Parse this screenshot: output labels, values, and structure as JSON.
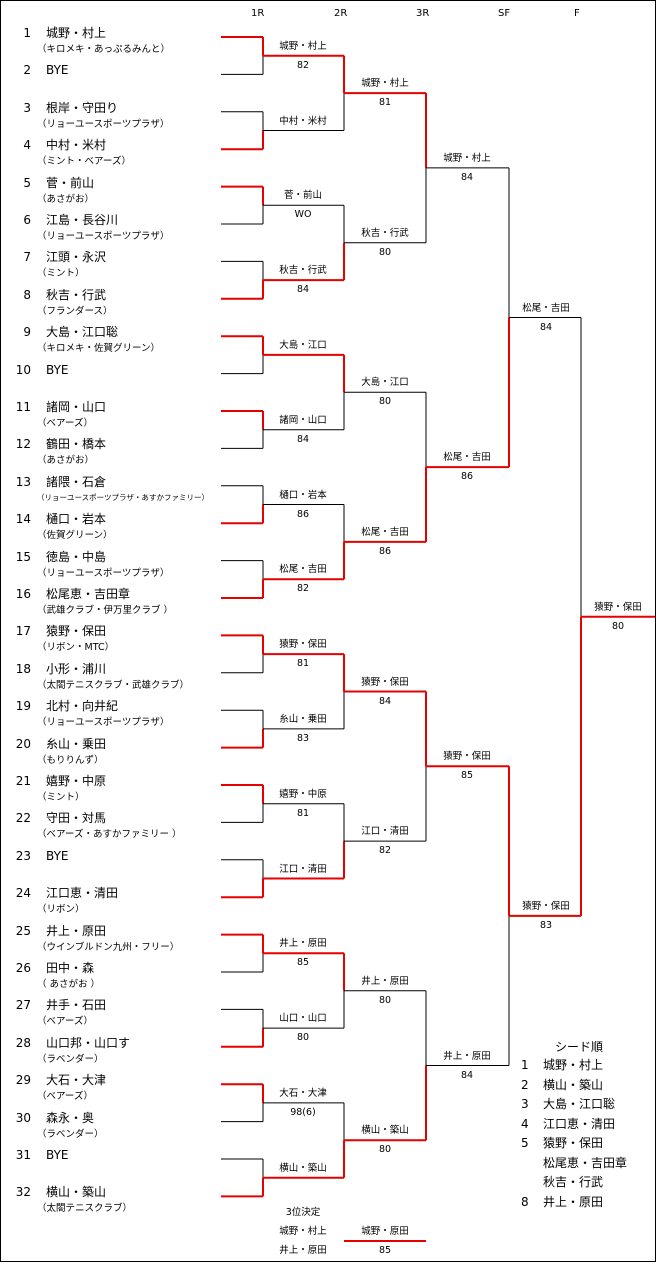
{
  "round_headers": [
    "1R",
    "2R",
    "3R",
    "SF",
    "F"
  ],
  "players": [
    {
      "num": "1",
      "name": "城野・村上",
      "club": "（キロメキ・あっぷるみんと）"
    },
    {
      "num": "2",
      "name": "BYE",
      "club": ""
    },
    {
      "num": "3",
      "name": "根岸・守田り",
      "club": "（リョーユースポーツプラザ）"
    },
    {
      "num": "4",
      "name": "中村・米村",
      "club": "（ミント・ベアーズ）"
    },
    {
      "num": "5",
      "name": "菅・前山",
      "club": "（あさがお）"
    },
    {
      "num": "6",
      "name": "江島・長谷川",
      "club": "（リョーユースポーツプラザ）"
    },
    {
      "num": "7",
      "name": "江頭・永沢",
      "club": "（ミント）"
    },
    {
      "num": "8",
      "name": "秋吉・行武",
      "club": "（フランダース）"
    },
    {
      "num": "9",
      "name": "大島・江口聡",
      "club": "（キロメキ・佐賀グリーン）"
    },
    {
      "num": "10",
      "name": "BYE",
      "club": ""
    },
    {
      "num": "11",
      "name": "諸岡・山口",
      "club": "（ベアーズ）"
    },
    {
      "num": "12",
      "name": "鶴田・橋本",
      "club": "（あさがお）"
    },
    {
      "num": "13",
      "name": "諸隈・石倉",
      "club": "（リョーユースポーツプラザ・あすかファミリー）"
    },
    {
      "num": "14",
      "name": "樋口・岩本",
      "club": "（佐賀グリーン）"
    },
    {
      "num": "15",
      "name": "徳島・中島",
      "club": "（リョーユースポーツプラザ）"
    },
    {
      "num": "16",
      "name": "松尾恵・吉田章",
      "club": "（武雄クラブ・伊万里クラブ ）"
    },
    {
      "num": "17",
      "name": "猿野・保田",
      "club": "（リボン・MTC）"
    },
    {
      "num": "18",
      "name": "小形・浦川",
      "club": "（太閤テニスクラブ・武雄クラブ）"
    },
    {
      "num": "19",
      "name": "北村・向井紀",
      "club": "（リョーユースポーツプラザ）"
    },
    {
      "num": "20",
      "name": "糸山・乗田",
      "club": "（もりりんず）"
    },
    {
      "num": "21",
      "name": "嬉野・中原",
      "club": "（ミント）"
    },
    {
      "num": "22",
      "name": "守田・対馬",
      "club": "（ベアーズ・あすかファミリー ）"
    },
    {
      "num": "23",
      "name": "BYE",
      "club": ""
    },
    {
      "num": "24",
      "name": "江口恵・清田",
      "club": "（リボン）"
    },
    {
      "num": "25",
      "name": "井上・原田",
      "club": "（ウインブルドン九州・フリー）"
    },
    {
      "num": "26",
      "name": "田中・森",
      "club": "（ あさがお ）"
    },
    {
      "num": "27",
      "name": "井手・石田",
      "club": "（ベアーズ）"
    },
    {
      "num": "28",
      "name": "山口邦・山口す",
      "club": "（ラベンダー）"
    },
    {
      "num": "29",
      "name": "大石・大津",
      "club": "（ベアーズ）"
    },
    {
      "num": "30",
      "name": "森永・奥",
      "club": "（ラベンダー）"
    },
    {
      "num": "31",
      "name": "BYE",
      "club": ""
    },
    {
      "num": "32",
      "name": "横山・築山",
      "club": "（太閤テニスクラブ）"
    }
  ],
  "r1_results": [
    {
      "winner": "城野・村上",
      "score": "82"
    },
    {
      "winner": "中村・米村",
      "score": ""
    },
    {
      "winner": "菅・前山",
      "score": "WO"
    },
    {
      "winner": "秋吉・行武",
      "score": "84"
    },
    {
      "winner": "大島・江口",
      "score": ""
    },
    {
      "winner": "諸岡・山口",
      "score": "84"
    },
    {
      "winner": "樋口・岩本",
      "score": "86"
    },
    {
      "winner": "松尾・吉田",
      "score": "82"
    },
    {
      "winner": "猿野・保田",
      "score": "81"
    },
    {
      "winner": "糸山・乗田",
      "score": "83"
    },
    {
      "winner": "嬉野・中原",
      "score": "81"
    },
    {
      "winner": "江口・清田",
      "score": ""
    },
    {
      "winner": "井上・原田",
      "score": "85"
    },
    {
      "winner": "山口・山口",
      "score": "80"
    },
    {
      "winner": "大石・大津",
      "score": "98(6)"
    },
    {
      "winner": "横山・築山",
      "score": ""
    }
  ],
  "r2_results": [
    {
      "winner": "城野・村上",
      "score": "81"
    },
    {
      "winner": "秋吉・行武",
      "score": "80"
    },
    {
      "winner": "大島・江口",
      "score": "80"
    },
    {
      "winner": "松尾・吉田",
      "score": "86"
    },
    {
      "winner": "猿野・保田",
      "score": "84"
    },
    {
      "winner": "江口・清田",
      "score": "82"
    },
    {
      "winner": "井上・原田",
      "score": "80"
    },
    {
      "winner": "横山・築山",
      "score": "80"
    }
  ],
  "r3_results": [
    {
      "winner": "城野・村上",
      "score": "84"
    },
    {
      "winner": "松尾・吉田",
      "score": "86"
    },
    {
      "winner": "猿野・保田",
      "score": "85"
    },
    {
      "winner": "井上・原田",
      "score": "84"
    }
  ],
  "sf_results": [
    {
      "winner": "松尾・吉田",
      "score": "84"
    },
    {
      "winner": "猿野・保田",
      "score": "83"
    }
  ],
  "final_result": {
    "winner": "猿野・保田",
    "score": "80"
  },
  "third_place": {
    "title": "3位決定",
    "team_a": "城野・村上",
    "team_b": "井上・原田",
    "winner": "城野・原田",
    "score": "85"
  },
  "seeds": {
    "title": "シード順",
    "items": [
      {
        "rank": "1",
        "name": "城野・村上"
      },
      {
        "rank": "2",
        "name": "横山・築山"
      },
      {
        "rank": "3",
        "name": "大島・江口聡"
      },
      {
        "rank": "4",
        "name": "江口恵・清田"
      },
      {
        "rank": "5",
        "name": "猿野・保田"
      },
      {
        "rank": "",
        "name": "松尾恵・吉田章"
      },
      {
        "rank": "",
        "name": "秋吉・行武"
      },
      {
        "rank": "8",
        "name": "井上・原田"
      }
    ]
  },
  "colors": {
    "win_line": "#e60000",
    "line": "#000000"
  }
}
